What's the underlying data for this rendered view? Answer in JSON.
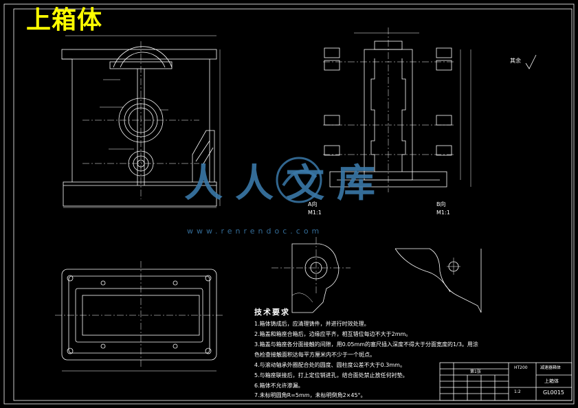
{
  "drawing": {
    "title": "上箱体",
    "technical_requirements": {
      "heading": "技术要求",
      "items": [
        "1.箱体铸成后，应清理铸件，并进行时效处理。",
        "2.箱盖和箱座合箱后，边缘应平齐，相互错位每边不大于2mm。",
        "3.箱盖与箱座各分面接触的间隙，用0.05mm的塞尺插入深度不得大于分面宽度的1/3。用涂",
        "色检查接触面积达每平方厘米内不少于一个斑点。",
        "4.与滚动轴承外圈配合处的圆度、圆柱度公差不大于0.3mm。",
        "5.与箱座联接后，打上定位销进孔，结合面处禁止放任何衬垫。",
        "6.箱体不允许渗漏。",
        "7.未标明圆角R=5mm，未标明倒角2×45°。"
      ]
    },
    "section_labels": {
      "a_view": "A向",
      "a_scale": "M1:1",
      "b_view": "B向",
      "b_scale": "M1:1",
      "roughness": "其余"
    },
    "title_block": {
      "part_name": "上箱体",
      "drawing_no": "GL0015",
      "school": "减速器箱体",
      "material": "HT200",
      "scale": "1:2",
      "sheet": "第1张"
    },
    "watermark": {
      "chars": "人人文库",
      "url": "www.renrendoc.com"
    },
    "colors": {
      "background": "#000000",
      "lines": "#ffffff",
      "title": "#ffff00",
      "watermark": "#3a78a8"
    }
  }
}
